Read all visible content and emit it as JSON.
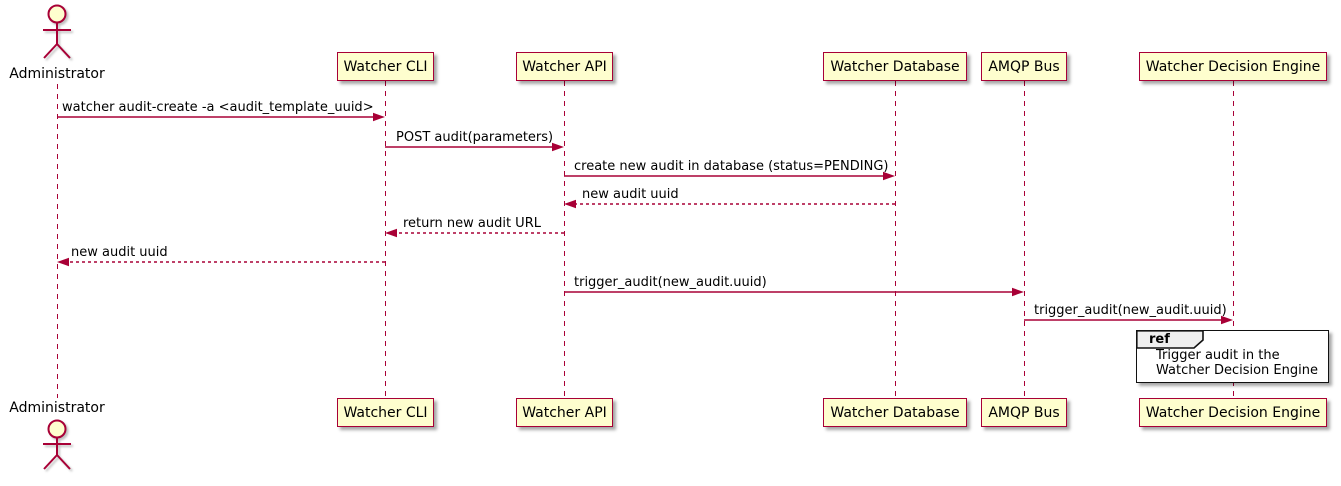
{
  "diagram_type": "sequence",
  "actor": {
    "label": "Administrator"
  },
  "participants": [
    {
      "label": "Watcher CLI"
    },
    {
      "label": "Watcher API"
    },
    {
      "label": "Watcher Database"
    },
    {
      "label": "AMQP Bus"
    },
    {
      "label": "Watcher Decision Engine"
    }
  ],
  "messages": [
    {
      "from": "Administrator",
      "to": "Watcher CLI",
      "text": "watcher audit-create -a <audit_template_uuid>",
      "line": "solid"
    },
    {
      "from": "Watcher CLI",
      "to": "Watcher API",
      "text": "POST audit(parameters)",
      "line": "solid"
    },
    {
      "from": "Watcher API",
      "to": "Watcher Database",
      "text": "create new audit in database (status=PENDING)",
      "line": "solid"
    },
    {
      "from": "Watcher Database",
      "to": "Watcher API",
      "text": "new audit uuid",
      "line": "dashed"
    },
    {
      "from": "Watcher API",
      "to": "Watcher CLI",
      "text": "return new audit URL",
      "line": "dashed"
    },
    {
      "from": "Watcher CLI",
      "to": "Administrator",
      "text": "new audit uuid",
      "line": "dashed"
    },
    {
      "from": "Watcher API",
      "to": "AMQP Bus",
      "text": "trigger_audit(new_audit.uuid)",
      "line": "solid"
    },
    {
      "from": "AMQP Bus",
      "to": "Watcher Decision Engine",
      "text": "trigger_audit(new_audit.uuid)",
      "line": "solid"
    }
  ],
  "ref": {
    "keyword": "ref",
    "over": "Watcher Decision Engine",
    "lines": [
      "Trigger audit in the",
      "Watcher Decision Engine"
    ]
  },
  "colors": {
    "participant_fill": "#FEFECE",
    "participant_border": "#A80036",
    "lifeline": "#A80036",
    "arrow": "#A80036",
    "text": "#000000",
    "ref_tab_fill": "#EEEEEE",
    "ref_border": "#111111",
    "background": "#FFFFFF"
  }
}
